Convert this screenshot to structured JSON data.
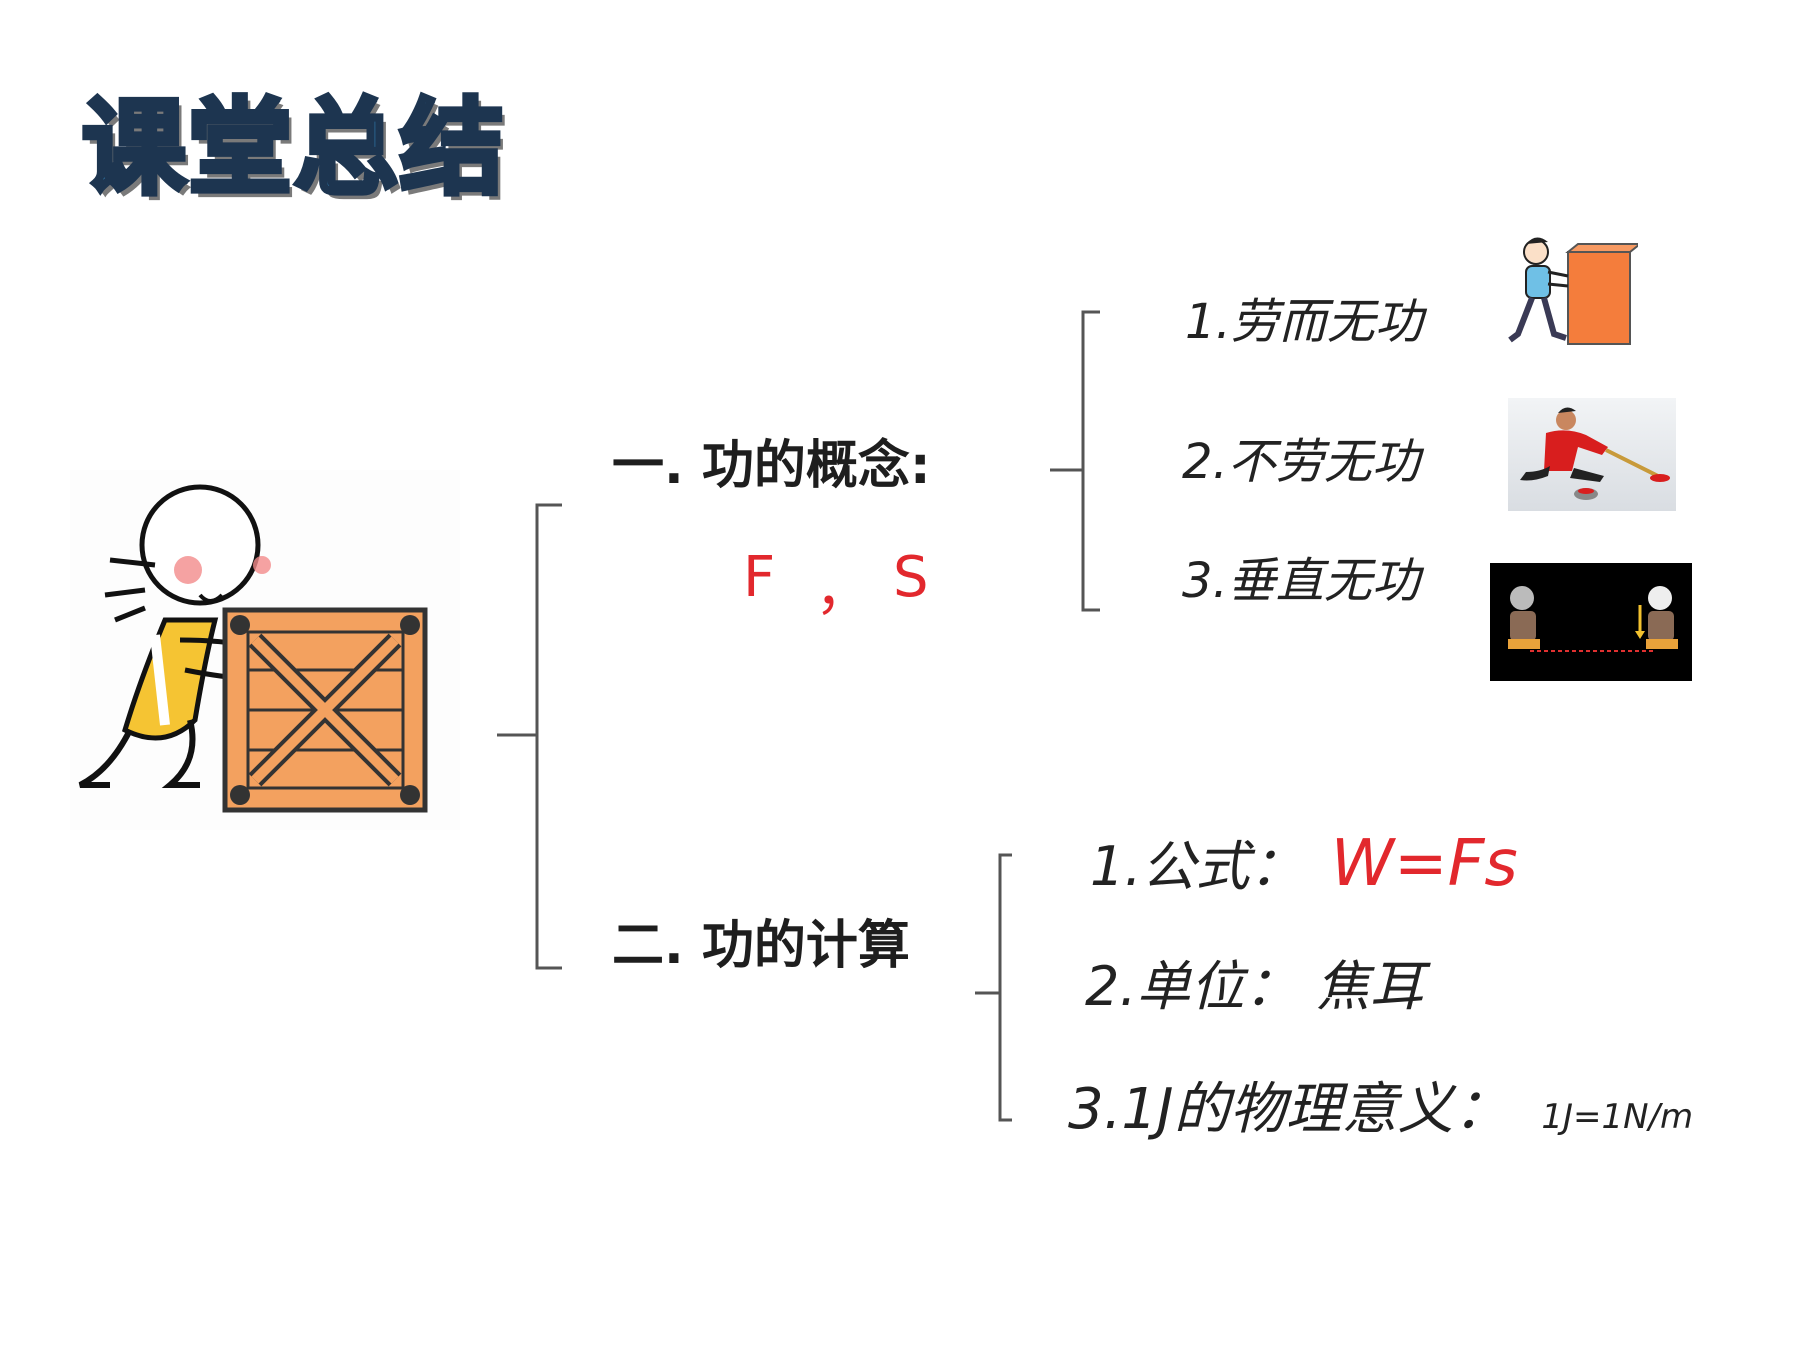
{
  "title": "课堂总结",
  "section1": {
    "heading": "一. 功的概念:",
    "factors": {
      "f": "F",
      "comma": "，",
      "s": "S"
    },
    "items": [
      "1.劳而无功",
      "2.不劳无功",
      "3.垂直无功"
    ]
  },
  "section2": {
    "heading": "二. 功的计算",
    "formula": {
      "label": "1.公式：",
      "value": "W=Fs"
    },
    "unit": "2.单位：  焦耳",
    "meaning": {
      "label": "3.1J的物理意义：",
      "value": "1J=1N/m"
    }
  },
  "colors": {
    "accent_red": "#e2282d",
    "text": "#1e1e1e",
    "title_blue": "#3aa6e6"
  },
  "icons": [
    "stick-figure-pushing-crate-icon",
    "person-pushing-box-icon",
    "curling-athlete-photo",
    "force-displacement-diagram"
  ]
}
